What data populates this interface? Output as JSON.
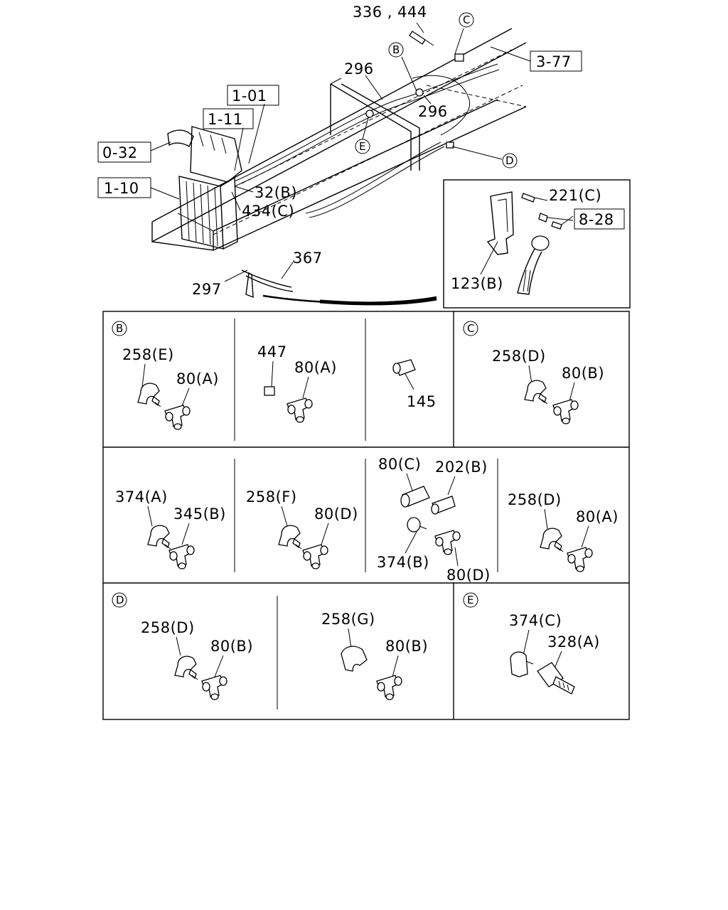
{
  "top_callouts": {
    "c336_444": "336 , 444",
    "c3_77": "3-77",
    "c296_a": "296",
    "c296_b": "296",
    "c1_01": "1-01",
    "c1_11": "1-11",
    "c0_32": "0-32",
    "c1_10": "1-10",
    "c32b": "32(B)",
    "c434c": "434(C)",
    "c367": "367",
    "c297": "297",
    "circle_B": "B",
    "circle_C": "C",
    "circle_D": "D",
    "circle_E": "E"
  },
  "inset": {
    "c221c": "221(C)",
    "c8_28": "8-28",
    "c123b": "123(B)"
  },
  "panels": {
    "B": {
      "letter": "B",
      "cell1": {
        "a": "258(E)",
        "b": "80(A)"
      },
      "cell2": {
        "a": "447",
        "b": "80(A)"
      },
      "cell3": {
        "a": "145"
      }
    },
    "C": {
      "letter": "C",
      "cell1": {
        "a": "258(D)",
        "b": "80(B)"
      }
    },
    "row2": {
      "cell1": {
        "a": "374(A)",
        "b": "345(B)"
      },
      "cell2": {
        "a": "258(F)",
        "b": "80(D)"
      },
      "cell3": {
        "a": "80(C)",
        "b": "202(B)",
        "c": "374(B)",
        "d": "80(D)"
      },
      "cell4": {
        "a": "258(D)",
        "b": "80(A)"
      }
    },
    "D": {
      "letter": "D",
      "cell1": {
        "a": "258(D)",
        "b": "80(B)"
      },
      "cell2": {
        "a": "258(G)",
        "b": "80(B)"
      }
    },
    "E": {
      "letter": "E",
      "cell1": {
        "a": "374(C)",
        "b": "328(A)"
      }
    }
  }
}
